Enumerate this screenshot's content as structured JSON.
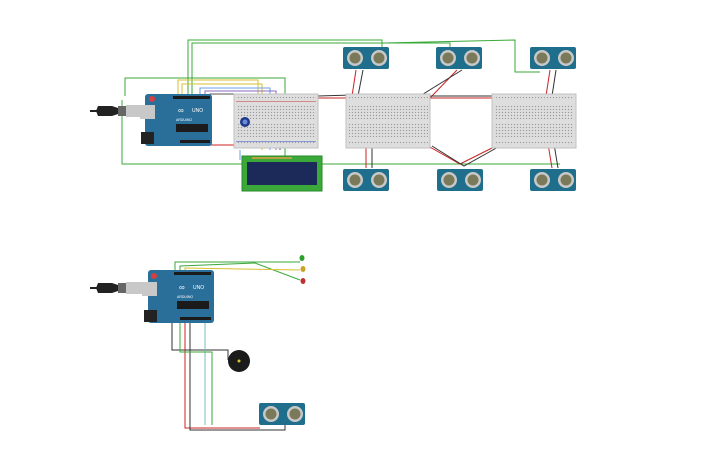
{
  "circuit_one": {
    "board": {
      "label": "UNO",
      "brand": "ARDUINO",
      "mark": "∞"
    },
    "lcd": {
      "line1": "",
      "line2": ""
    }
  },
  "circuit_two": {
    "board": {
      "label": "UNO",
      "brand": "ARDUINO",
      "mark": "∞"
    }
  },
  "colors": {
    "board": "#2a6f9a",
    "breadboard": "#dedede",
    "sensor": "#1f6e8c",
    "wire_green": "#3aa93a",
    "wire_red": "#cc2222",
    "wire_black": "#333333",
    "wire_yellow": "#d8c030",
    "wire_blue": "#6aa0e0",
    "wire_teal": "#70c0c0"
  }
}
